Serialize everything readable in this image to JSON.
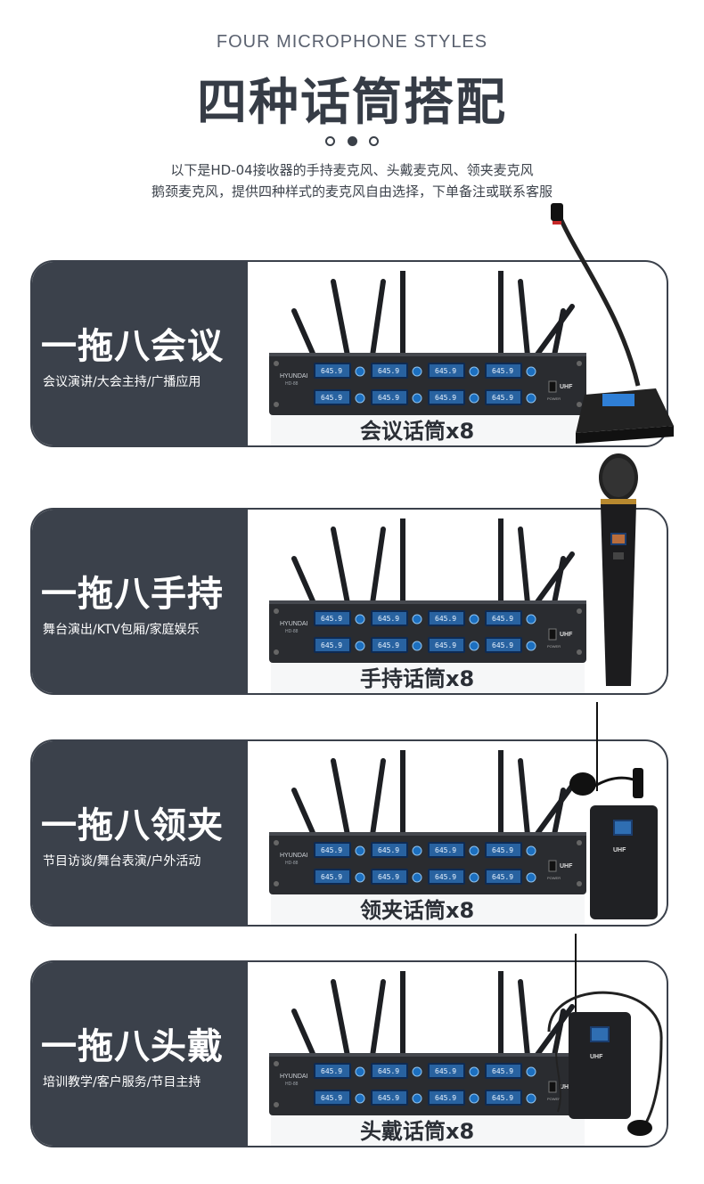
{
  "header": {
    "subtitle_en": "FOUR MICROPHONE STYLES",
    "title_cn": "四种话筒搭配",
    "desc_line1": "以下是HD-04接收器的手持麦克风、头戴麦克风、领夹麦克风",
    "desc_line2": "鹅颈麦克风，提供四种样式的麦克风自由选择，下单备注或联系客服"
  },
  "receiver": {
    "brand": "HYUNDAI",
    "model": "HD-88",
    "freq": "645.9",
    "uhf": "UHF",
    "power": "POWER"
  },
  "cards": [
    {
      "title": "一拖八会议",
      "subtitle": "会议演讲/大会主持/广播应用",
      "caption": "会议话筒x8",
      "mic": "gooseneck"
    },
    {
      "title": "一拖八手持",
      "subtitle": "舞台演出/KTV包厢/家庭娱乐",
      "caption": "手持话筒x8",
      "mic": "handheld"
    },
    {
      "title": "一拖八领夹",
      "subtitle": "节目访谈/舞台表演/户外活动",
      "caption": "领夹话筒x8",
      "mic": "lavalier"
    },
    {
      "title": "一拖八头戴",
      "subtitle": "培训教学/客户服务/节目主持",
      "caption": "头戴话筒x8",
      "mic": "headset"
    }
  ],
  "colors": {
    "dark_panel": "#3b414b",
    "screen_blue": "#3e8fe0",
    "text_dark": "#2b2f36"
  }
}
